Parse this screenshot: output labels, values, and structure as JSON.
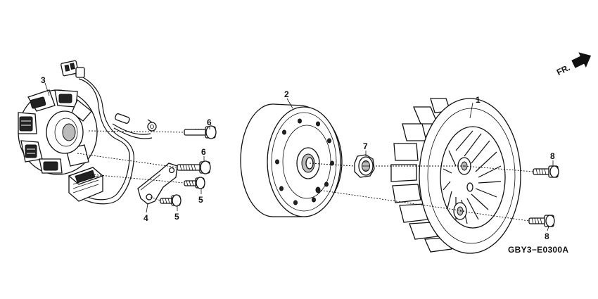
{
  "direction_label": "FR.",
  "diagram_code": "GBY3−E0300A",
  "callouts": [
    "1",
    "2",
    "3",
    "4",
    "5",
    "5",
    "6",
    "6",
    "7",
    "8",
    "8"
  ],
  "parts": {
    "fan": "1",
    "flywheel": "2",
    "stator": "3",
    "bracket": "4",
    "bolt_small": "5",
    "bolt_long": "6",
    "nut": "7",
    "fan_bolt": "8"
  }
}
